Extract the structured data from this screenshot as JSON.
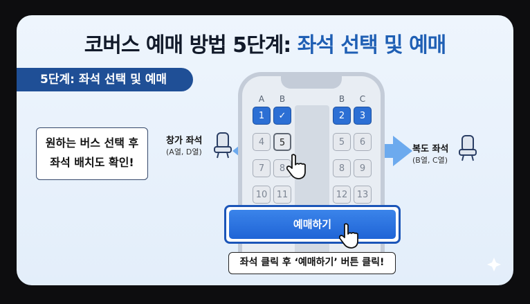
{
  "title": {
    "part1": "코버스 예매 방법 5단계:",
    "part2": "좌석 선택 및 예매"
  },
  "step_badge": "5단계: 좌석 선택 및 예매",
  "instruction_note": {
    "line1": "원하는 버스 선택 후",
    "line2": "좌석 배치도 확인!"
  },
  "seat_map": {
    "left_cols": [
      "A",
      "B"
    ],
    "right_cols": [
      "B",
      "C"
    ],
    "left_seats": [
      {
        "label": "1",
        "state": "selected"
      },
      {
        "label": "✓",
        "state": "selected"
      },
      {
        "label": "4",
        "state": "empty"
      },
      {
        "label": "5",
        "state": "hover"
      },
      {
        "label": "7",
        "state": "empty"
      },
      {
        "label": "8",
        "state": "empty"
      },
      {
        "label": "10",
        "state": "empty"
      },
      {
        "label": "11",
        "state": "empty"
      }
    ],
    "right_seats": [
      {
        "label": "2",
        "state": "selected"
      },
      {
        "label": "3",
        "state": "selected"
      },
      {
        "label": "5",
        "state": "empty"
      },
      {
        "label": "6",
        "state": "empty"
      },
      {
        "label": "8",
        "state": "empty"
      },
      {
        "label": "9",
        "state": "empty"
      },
      {
        "label": "12",
        "state": "empty"
      },
      {
        "label": "13",
        "state": "empty"
      }
    ]
  },
  "window_seat": {
    "label": "창가 좌석",
    "sub": "(A열, D열)"
  },
  "aisle_seat": {
    "label": "복도 좌석",
    "sub": "(B열, C열)"
  },
  "book_button": "예매하기",
  "caption": "좌석 클릭 후 ‘예매하기’ 버튼 클릭!",
  "colors": {
    "accent": "#2c6fd4",
    "title_blue": "#1f5fb4",
    "badge": "#1f4f96",
    "arrow": "#5ea2ec"
  }
}
